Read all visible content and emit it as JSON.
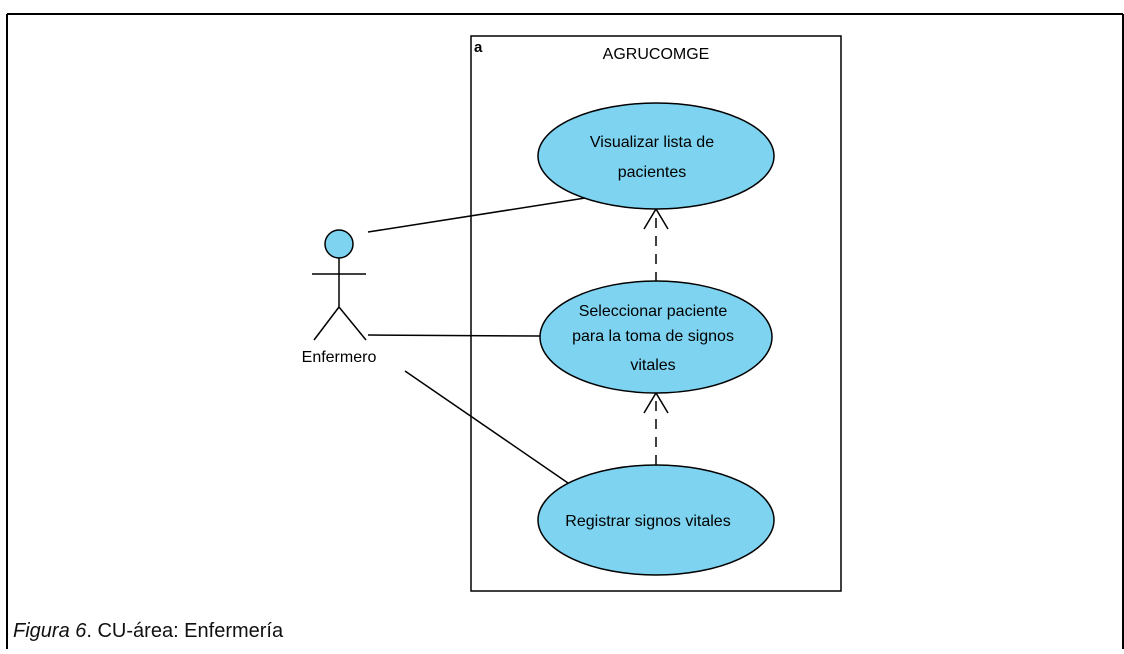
{
  "system": {
    "name": "AGRUCOMGE",
    "corner_tag": "a"
  },
  "actor": {
    "name": "Enfermero"
  },
  "use_cases": [
    {
      "lines": [
        "Visualizar lista de",
        "pacientes"
      ]
    },
    {
      "lines": [
        "Seleccionar paciente",
        "para la toma de signos",
        "vitales"
      ]
    },
    {
      "lines": [
        "Registrar signos vitales"
      ]
    }
  ],
  "caption": {
    "label": "Figura 6",
    "text": ". CU-área: Enfermería"
  },
  "colors": {
    "use_case_fill": "#7dd3f0",
    "actor_head_fill": "#7dd3f0",
    "stroke": "#000000"
  }
}
